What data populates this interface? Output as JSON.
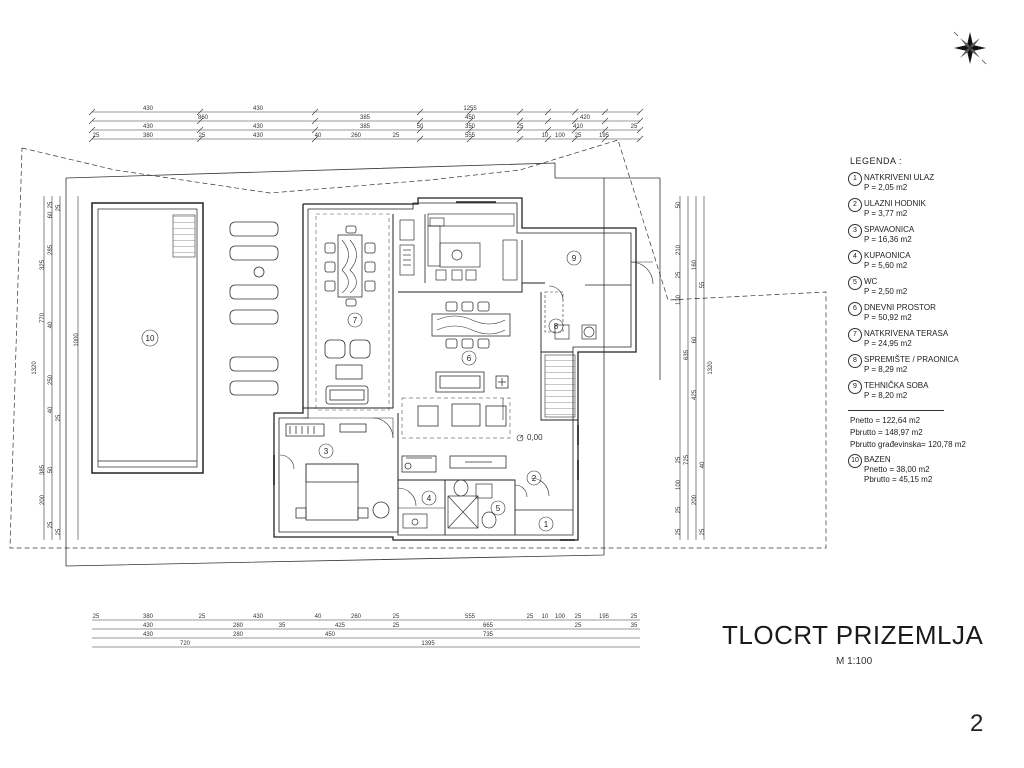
{
  "legend": {
    "title": "LEGENDA :",
    "rooms": [
      {
        "num": "1",
        "name": "NATKRIVENI ULAZ",
        "area": "P = 2,05 m2"
      },
      {
        "num": "2",
        "name": "ULAZNI HODNIK",
        "area": "P = 3,77 m2"
      },
      {
        "num": "3",
        "name": "SPAVAONICA",
        "area": "P = 16,36 m2"
      },
      {
        "num": "4",
        "name": "KUPAONICA",
        "area": "P = 5,60 m2"
      },
      {
        "num": "5",
        "name": "WC",
        "area": "P = 2,50 m2"
      },
      {
        "num": "6",
        "name": "DNEVNI PROSTOR",
        "area": "P = 50,92 m2"
      },
      {
        "num": "7",
        "name": "NATKRIVENA TERASA",
        "area": "P = 24,95 m2"
      },
      {
        "num": "8",
        "name": "SPREMIŠTE / PRAONICA",
        "area": "P = 8,29 m2"
      },
      {
        "num": "9",
        "name": "TEHNIČKA SOBA",
        "area": "P = 8,20 m2"
      }
    ],
    "totals": {
      "pnetto": "Pnetto = 122,64 m2",
      "pbrutto": "Pbrutto = 148,97 m2",
      "pbrutto_gradevinska": "Pbrutto građevinska= 120,78 m2"
    },
    "pool": {
      "num": "10",
      "name": "BAZEN",
      "pnetto": "Pnetto = 38,00 m2",
      "pbrutto": "Pbrutto = 45,15 m2"
    }
  },
  "title": "TLOCRT PRIZEMLJA",
  "scale": "M 1:100",
  "page_number": "2",
  "plan": {
    "room_labels": [
      "1",
      "2",
      "3",
      "4",
      "5",
      "6",
      "7",
      "8",
      "9",
      "10"
    ],
    "level_mark": "0,00",
    "top_dims": {
      "row1": [
        "430",
        "430",
        "1255"
      ],
      "row2": [
        "860",
        "385",
        "450",
        "420"
      ],
      "row3": [
        "430",
        "430",
        "385",
        "350",
        "410"
      ],
      "row4": [
        "25",
        "380",
        "25",
        "430",
        "40",
        "260",
        "25",
        "50",
        "555",
        "25",
        "10",
        "100",
        "25",
        "195",
        "25"
      ]
    },
    "bottom_dims": {
      "row1": [
        "25",
        "380",
        "25",
        "430",
        "40",
        "260",
        "25",
        "555",
        "25",
        "10",
        "100",
        "25",
        "195",
        "25"
      ],
      "row2": [
        "430",
        "280",
        "35",
        "425",
        "25",
        "665",
        "25",
        "35"
      ],
      "row3": [
        "430",
        "280",
        "450",
        "735"
      ],
      "row4": [
        "720",
        "1395"
      ]
    },
    "left_dims": {
      "col1": [
        "1320"
      ],
      "col2": [
        "1000"
      ],
      "col3": [
        "325",
        "770",
        "385",
        "200"
      ],
      "col4": [
        "25",
        "60",
        "25",
        "285",
        "40",
        "250",
        "40",
        "25",
        "50",
        "25",
        "25"
      ]
    },
    "right_dims": {
      "col1": [
        "1320"
      ],
      "col2": [
        "635",
        "725"
      ],
      "col3": [
        "55",
        "160",
        "60",
        "425",
        "40",
        "200",
        "25"
      ],
      "col4": [
        "50",
        "210",
        "25",
        "130",
        "25",
        "100",
        "25",
        "25"
      ]
    }
  }
}
